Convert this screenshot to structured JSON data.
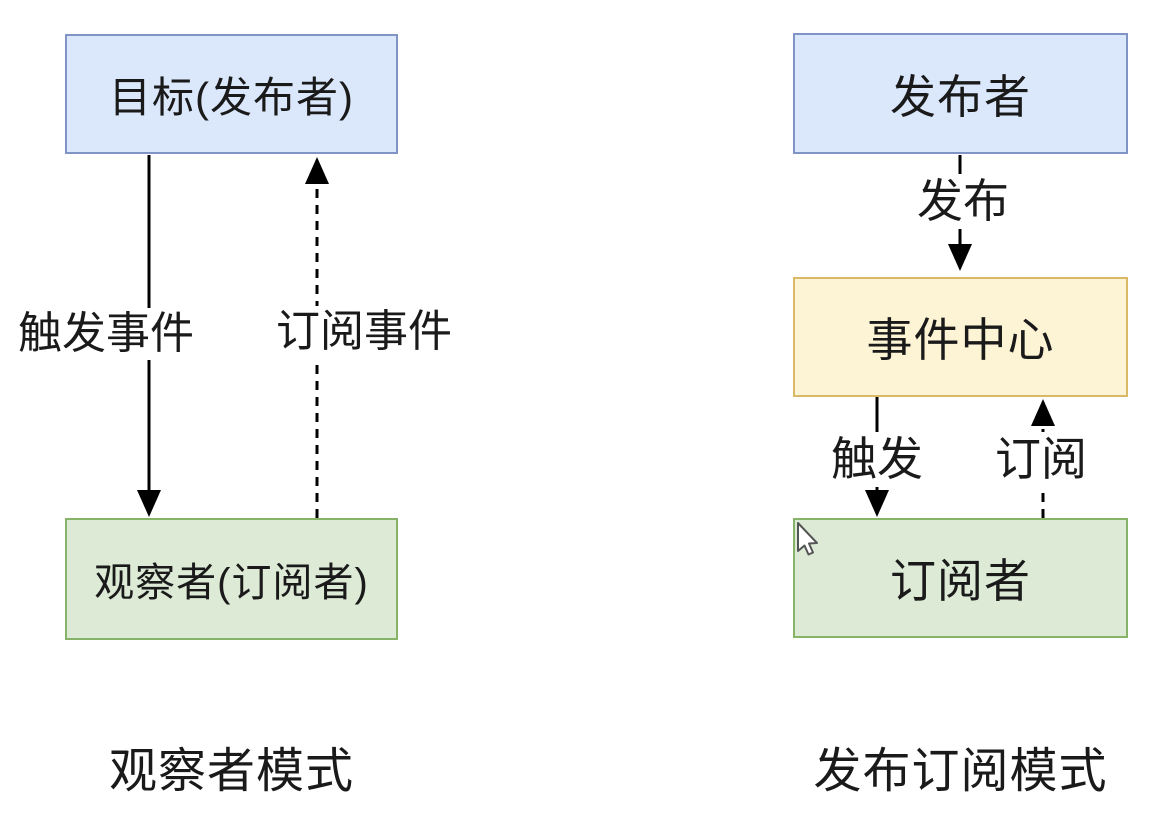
{
  "page": {
    "background": "#ffffff",
    "text_color": "#1a1a1a",
    "line_color": "#000000"
  },
  "palette": {
    "blue_fill": "#dbe8fb",
    "blue_border": "#8094c6",
    "green_fill": "#dcead6",
    "green_border": "#87b369",
    "yellow_fill": "#fdf3d5",
    "yellow_border": "#d9b966"
  },
  "observer_diagram": {
    "caption": "观察者模式",
    "target_box": "目标(发布者)",
    "observer_box": "观察者(订阅者)",
    "trigger_edge_label": "触发事件",
    "subscribe_edge_label": "订阅事件"
  },
  "pubsub_diagram": {
    "caption": "发布订阅模式",
    "publisher_box": "发布者",
    "event_center_box": "事件中心",
    "subscriber_box": "订阅者",
    "publish_edge_label": "发布",
    "trigger_edge_label": "触发",
    "subscribe_edge_label": "订阅"
  },
  "cursor": {
    "type": "arrow-pointer"
  }
}
